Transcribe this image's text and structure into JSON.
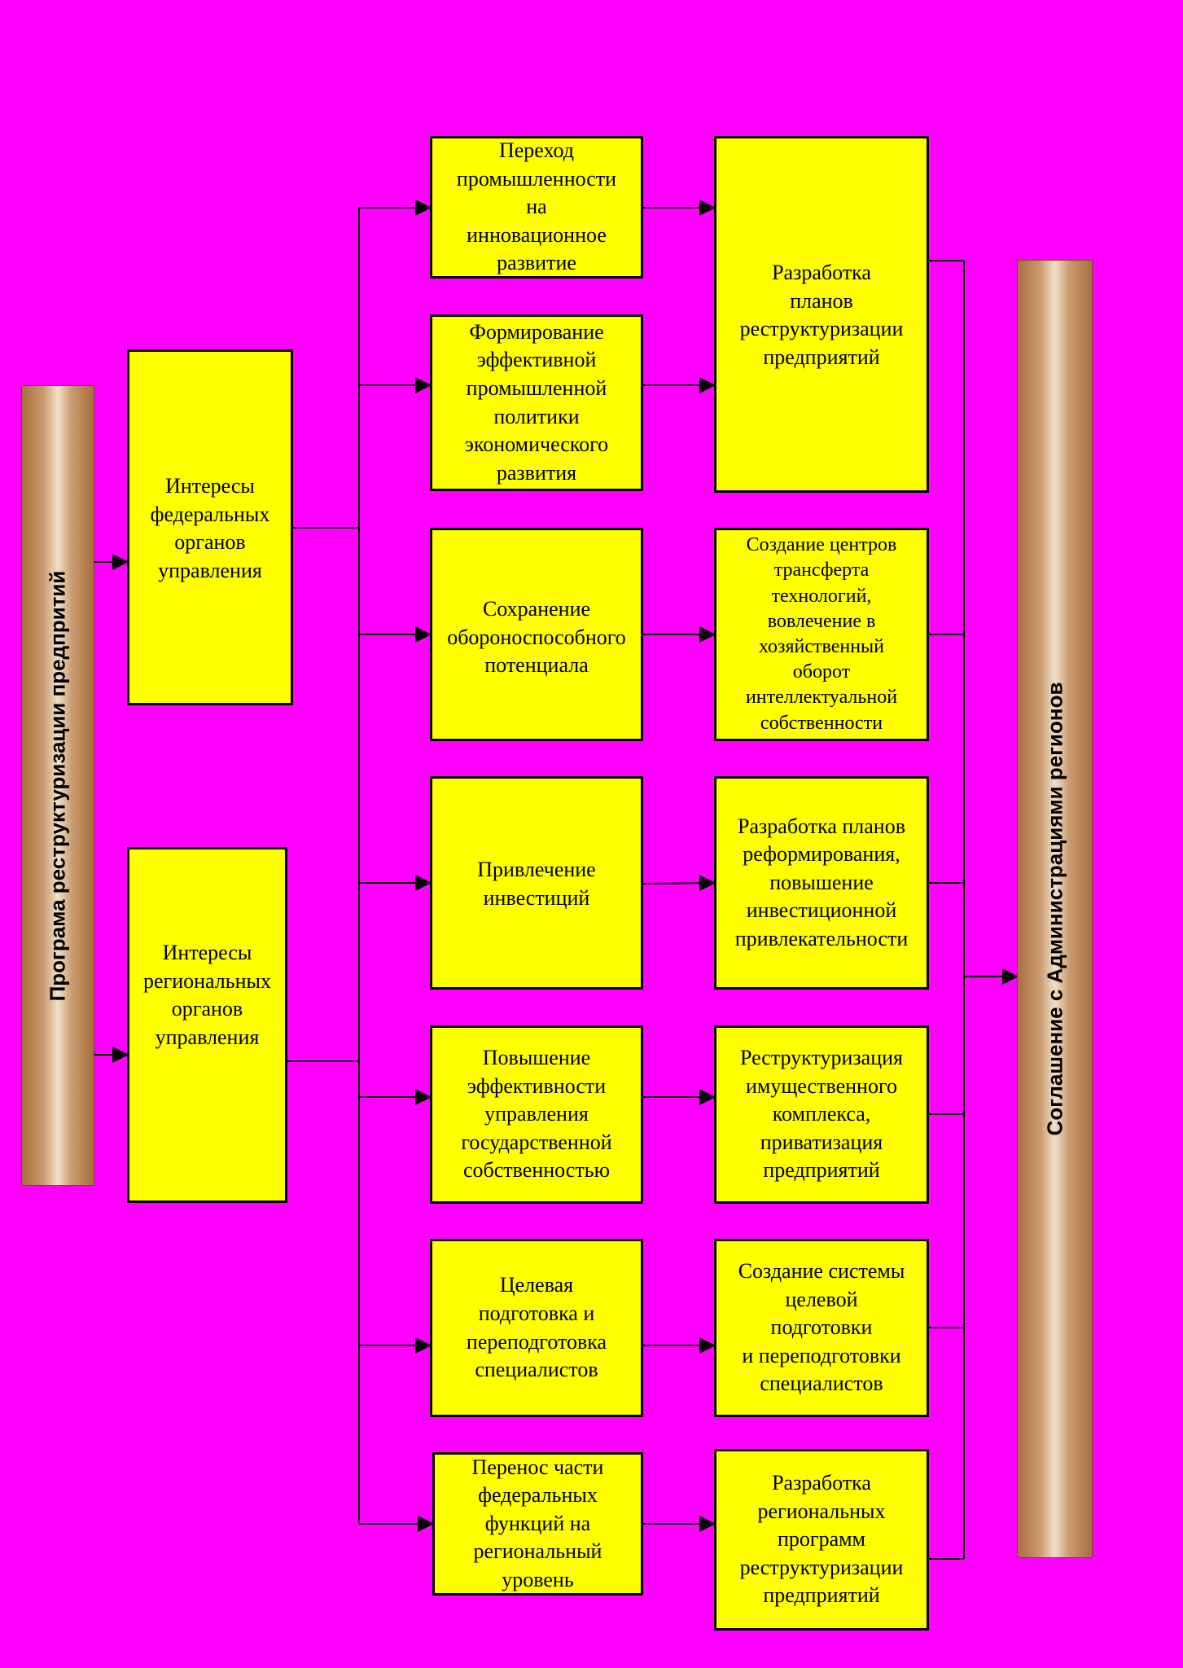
{
  "left_bar": "Програма реструктуризации предпритий",
  "right_bar": "Соглашение с Администрациями регионов",
  "interests": {
    "federal": "Интересы\nфедеральных\nорганов\nуправления",
    "regional": "Интересы\nрегиональных\nорганов\nуправления"
  },
  "directions": [
    "Переход\nпромышленности\nна\nинновационное\nразвитие",
    "Формирование\nэффективной\nпромышленной\nполитики\nэкономического\nразвития",
    "Сохранение\nобороноспособного\nпотенциала",
    "Привлечение\nинвестиций",
    "Повышение\nэффективности\nуправления\nгосударственной\nсобственностью",
    "Целевая\nподготовка и\nпереподготовка\nспециалистов",
    "Перенос части\nфедеральных\nфункций на\nрегиональный\nуровень"
  ],
  "measures": [
    "Разработка\nпланов\nреструктуризации\nпредприятий",
    "Создание центров\nтрансферта\nтехнологий,\nвовлечение в\nхозяйственный\nоборот\nинтеллектуальной\nсобственности",
    "Разработка планов\nреформирования,\nповышение\nинвестиционной\nпривлекательности",
    "Реструктуризация\nимущественного\nкомплекса,\nприватизация\nпредприятий",
    "Создание системы\nцелевой\nподготовки\nи переподготовки\nспециалистов",
    "Разработка\nрегиональных\nпрограмм\nреструктуризации\nпредприятий"
  ],
  "colors": {
    "background": "#ff00ff",
    "box_fill": "#ffff00",
    "bar_wood": "#a86f3e"
  }
}
